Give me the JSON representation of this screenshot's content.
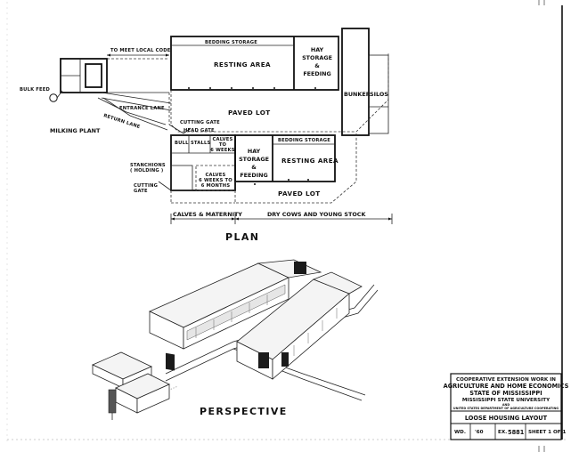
{
  "plan": {
    "heading": "PLAN",
    "to_meet_local_code": "TO MEET LOCAL CODE",
    "bulk_feed": "BULK FEED",
    "milking_plant": "MILKING PLANT",
    "entrance_lane": "ENTRANCE LANE",
    "return_lane": "RETURN LANE",
    "bedding_storage_top": "BEDDING STORAGE",
    "resting_area_top": "RESTING AREA",
    "hay_storage_top": [
      "HAY",
      "STORAGE",
      "&",
      "FEEDING"
    ],
    "paved_lot_top": "PAVED LOT",
    "bunker": "BUNKER",
    "silos": "SILOS",
    "cutting_gate_top": "CUTTING GATE",
    "head_gate": "HEAD GATE",
    "bull": "BULL",
    "stalls": "STALLS",
    "calves_to_6_weeks": [
      "CALVES",
      "TO",
      "6 WEEKS"
    ],
    "stanchions": [
      "STANCHIONS",
      "( HOLDING )"
    ],
    "cutting_gate_bottom": [
      "CUTTING",
      "GATE"
    ],
    "calves_6_weeks_to_6_months": [
      "CALVES",
      "6 WEEKS TO",
      "6 MONTHS"
    ],
    "hay_storage_bottom": [
      "HAY",
      "STORAGE",
      "&",
      "FEEDING"
    ],
    "bedding_storage_bottom": "BEDDING STORAGE",
    "resting_area_bottom": "RESTING AREA",
    "paved_lot_bottom": "PAVED LOT",
    "calves_maternity": "CALVES & MATERNITY",
    "dry_cows": "DRY COWS AND YOUNG STOCK"
  },
  "perspective": {
    "heading": "PERSPECTIVE"
  },
  "title_block": {
    "line1": "COOPERATIVE EXTENSION WORK IN",
    "line2": "AGRICULTURE AND HOME ECONOMICS",
    "line3": "STATE OF MISSISSIPPI",
    "line4": "MISSISSIPPI STATE UNIVERSITY",
    "line5": "AND",
    "line6": "UNITED STATES DEPARTMENT OF AGRICULTURE COOPERATING",
    "drawing_title": "LOOSE HOUSING LAYOUT",
    "wd": "WD.",
    "year": "'60",
    "ex_label": "EX.",
    "ex_number": "5881",
    "sheet": "SHEET 1 OF 1"
  }
}
